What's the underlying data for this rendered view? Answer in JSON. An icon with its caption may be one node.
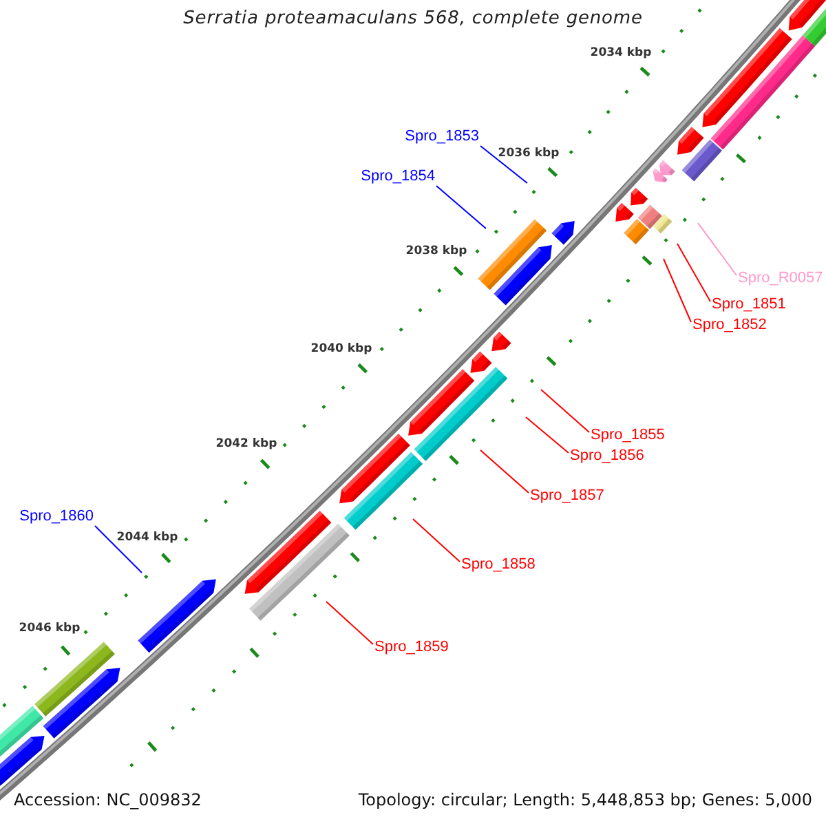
{
  "diagram": {
    "title": "Serratia proteamaculans 568, complete genome",
    "nodes": [
      {
        "text": [
          "Spro_1853"
        ]
      },
      {
        "text": [
          "Spro_1854"
        ]
      },
      {
        "text": [
          "Spro_R0057"
        ]
      },
      {
        "text": [
          "Spro_1851"
        ]
      },
      {
        "text": [
          "Spro_1852"
        ]
      },
      {
        "text": [
          "Spro_1855"
        ]
      },
      {
        "text": [
          "Spro_1856"
        ]
      },
      {
        "text": [
          "Spro_1857"
        ]
      },
      {
        "text": [
          "Spro_1860"
        ]
      },
      {
        "text": [
          "Spro_1858"
        ]
      },
      {
        "text": [
          "Spro_1859"
        ]
      }
    ],
    "edges": [
      {
        "from": 0,
        "to": null,
        "arrow": "none",
        "color": "#0000ff"
      },
      {
        "from": 1,
        "to": null,
        "arrow": "none",
        "color": "#0000ff"
      },
      {
        "from": 2,
        "to": null,
        "arrow": "none",
        "color": "#ff99cc"
      },
      {
        "from": 3,
        "to": null,
        "arrow": "none"
      },
      {
        "from": 4,
        "to": null,
        "arrow": "none"
      },
      {
        "from": 5,
        "to": null,
        "arrow": "none"
      },
      {
        "from": 6,
        "to": null,
        "arrow": "none"
      },
      {
        "from": 7,
        "to": null,
        "arrow": "none"
      },
      {
        "from": 8,
        "to": null,
        "arrow": "none",
        "color": "#0000ff"
      },
      {
        "from": 9,
        "to": null,
        "arrow": "none"
      },
      {
        "from": 10,
        "to": null,
        "arrow": "none"
      }
    ],
    "labels": [
      "2034 kbp",
      "2036 kbp",
      "2038 kbp",
      "2040 kbp",
      "2042 kbp",
      "2044 kbp",
      "2046 kbp",
      "Accession: NC_009832",
      "Topology: circular; Length: 5,448,853 bp; Genes: 5,000"
    ]
  }
}
